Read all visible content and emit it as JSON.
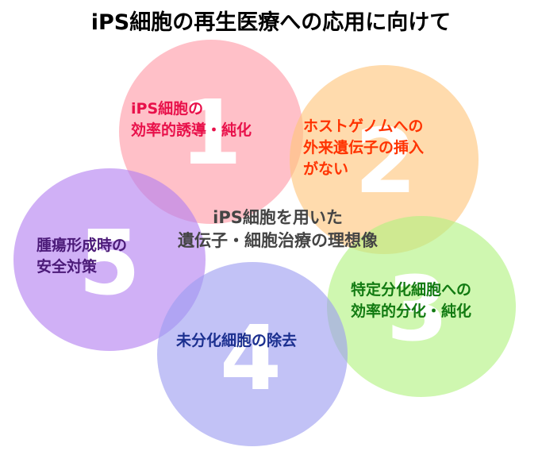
{
  "title": "iPS細胞の再生医療への応用に向けて",
  "center": {
    "line1": "iPS細胞を用いた",
    "line2": "遺伝子・細胞治療の理想像"
  },
  "items": [
    {
      "number": "1",
      "lines": [
        "iPS細胞の",
        "効率的誘導・純化"
      ],
      "circle_color": "#ff9aa6",
      "text_color": "#e8104a"
    },
    {
      "number": "2",
      "lines": [
        "ホストゲノムへの",
        "外来遺伝子の挿入",
        "がない"
      ],
      "circle_color": "#ffc57a",
      "text_color": "#ff3300"
    },
    {
      "number": "3",
      "lines": [
        "特定分化細胞への",
        "効率的分化・純化"
      ],
      "circle_color": "#b2f280",
      "text_color": "#117a11"
    },
    {
      "number": "4",
      "lines": [
        "未分化細胞の除去"
      ],
      "circle_color": "#9c9cf0",
      "text_color": "#1b2f8f"
    },
    {
      "number": "5",
      "lines": [
        "腫瘍形成時の",
        "安全対策"
      ],
      "circle_color": "#b37ff0",
      "text_color": "#4b1a78"
    }
  ]
}
